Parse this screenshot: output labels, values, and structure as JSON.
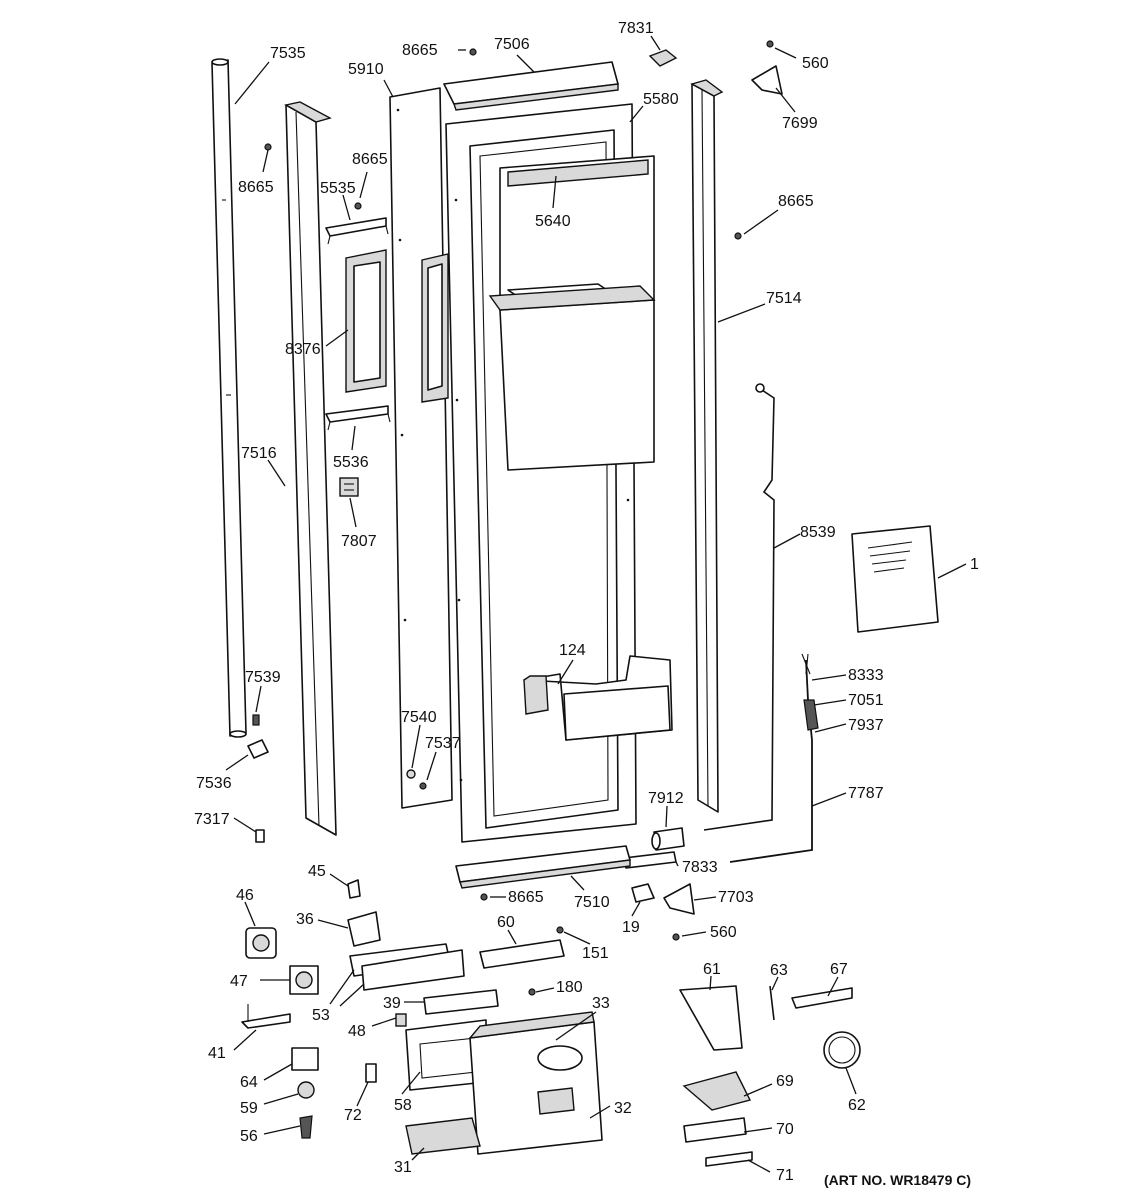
{
  "diagram": {
    "art_number": "(ART NO. WR18479 C)",
    "callouts": {
      "c7535": "7535",
      "c8665a": "8665",
      "c7506": "7506",
      "c7831": "7831",
      "c560a": "560",
      "c5910": "5910",
      "c5580": "5580",
      "c7699": "7699",
      "c8665b": "8665",
      "c8665c": "8665",
      "c5535": "5535",
      "c5640": "5640",
      "c8665d": "8665",
      "c7514": "7514",
      "c8376": "8376",
      "c7516": "7516",
      "c5536": "5536",
      "c7807": "7807",
      "c8539": "8539",
      "c1": "1",
      "c124": "124",
      "c7539": "7539",
      "c8333": "8333",
      "c7051": "7051",
      "c7540": "7540",
      "c7537": "7537",
      "c7937": "7937",
      "c7536": "7536",
      "c7912": "7912",
      "c7787": "7787",
      "c7317": "7317",
      "c7833": "7833",
      "c45": "45",
      "c8665e": "8665",
      "c7510": "7510",
      "c7703": "7703",
      "c46": "46",
      "c36": "36",
      "c60": "60",
      "c19": "19",
      "c560b": "560",
      "c151": "151",
      "c47": "47",
      "c61": "61",
      "c63": "63",
      "c67": "67",
      "c180": "180",
      "c53": "53",
      "c39": "39",
      "c33": "33",
      "c48": "48",
      "c41": "41",
      "c64": "64",
      "c69": "69",
      "c62": "62",
      "c59": "59",
      "c58": "58",
      "c72": "72",
      "c32": "32",
      "c56": "56",
      "c70": "70",
      "c31": "31",
      "c71": "71"
    }
  }
}
